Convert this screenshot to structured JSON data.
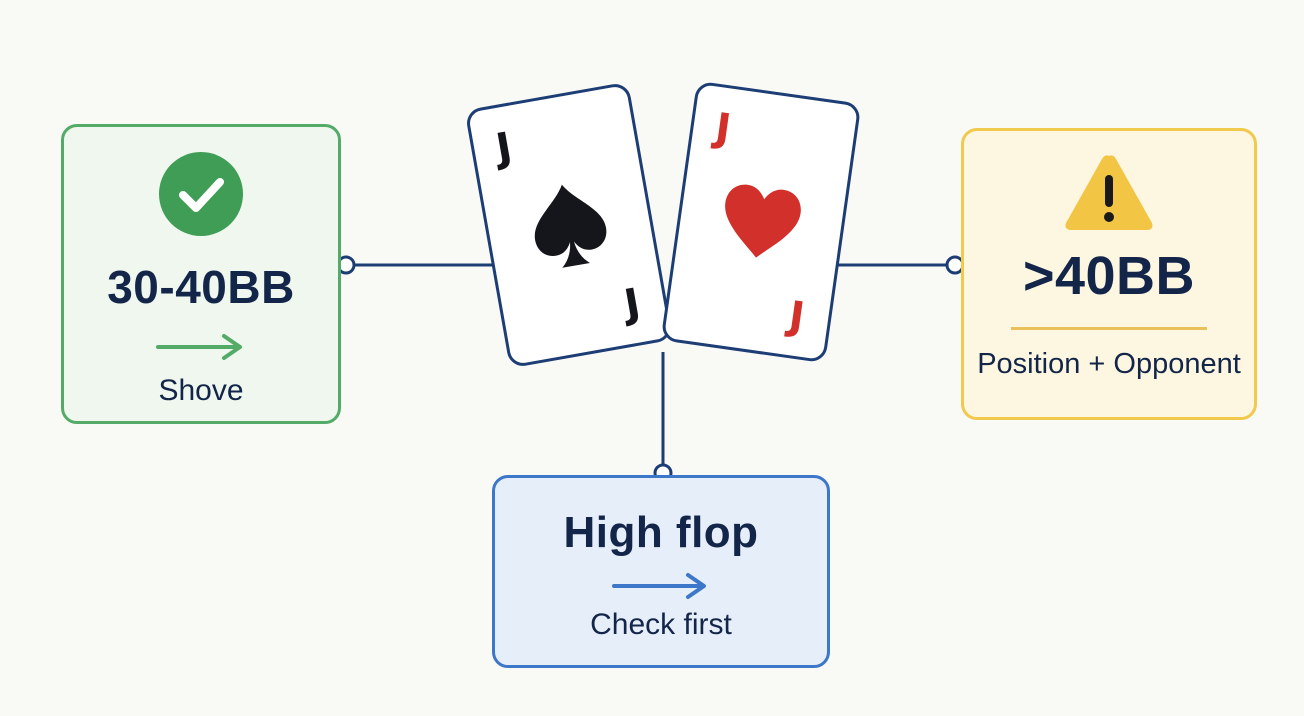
{
  "left_box": {
    "title": "30-40BB",
    "action": "Shove",
    "icon": "check-circle-icon",
    "accent": "#54ab67"
  },
  "right_box": {
    "title": ">40BB",
    "note": "Position + Opponent",
    "icon": "warning-triangle-icon",
    "accent": "#f0c94d"
  },
  "bottom_box": {
    "title": "High flop",
    "action": "Check first",
    "accent": "#3d77c9"
  },
  "cards": [
    {
      "rank": "J",
      "suit": "spade",
      "color": "#15161b"
    },
    {
      "rank": "J",
      "suit": "heart",
      "color": "#d2302b"
    }
  ],
  "colors": {
    "connector": "#1d3d75",
    "text": "#13264a",
    "background": "#f9f9f6"
  }
}
